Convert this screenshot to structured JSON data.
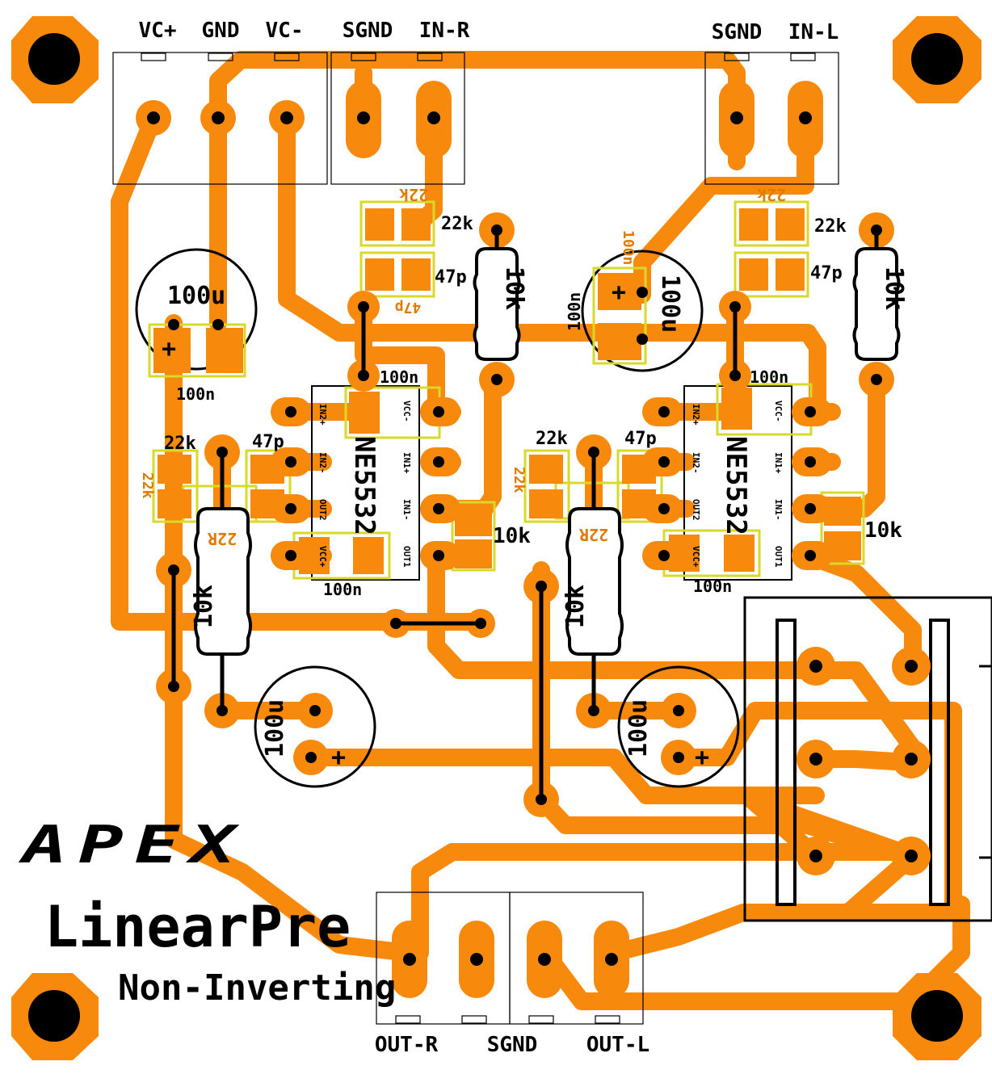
{
  "board": {
    "colors": {
      "copper": "#f7890c",
      "silk": "#000000",
      "outline_yellow": "#d9d92a",
      "ghost_text": "#e07a00",
      "background": "#ffffff"
    },
    "input_connector_labels": [
      "VC+",
      "GND",
      "VC-",
      "SGND",
      "IN-R",
      "SGND",
      "IN-L"
    ],
    "output_connector_labels": [
      "OUT-R",
      "SGND",
      "OUT-L"
    ],
    "logo_text": "APEX",
    "title": "LinearPre",
    "subtitle": "Non-Inverting",
    "ic_name": "NE5532",
    "ic_pins_left": [
      "IN2+",
      "IN2-",
      "OUT2",
      "VCC+"
    ],
    "ic_pins_right": [
      "VCC-",
      "IN1+",
      "IN1-",
      "OUT1"
    ],
    "component_values": {
      "r_10k": "10k",
      "c_100u": "100u",
      "c_100n": "100n",
      "r_22k": "22k",
      "c_47p": "47p",
      "r_22r": "22R",
      "plus": "+"
    },
    "ghost_labels": {
      "k22": "22k",
      "p47": "47p",
      "n100": "100n",
      "r22": "22R"
    },
    "mounting_holes": [
      "mount-hole-top-left-icon",
      "mount-hole-top-right-icon",
      "mount-hole-bottom-left-icon",
      "mount-hole-bottom-right-icon"
    ]
  }
}
